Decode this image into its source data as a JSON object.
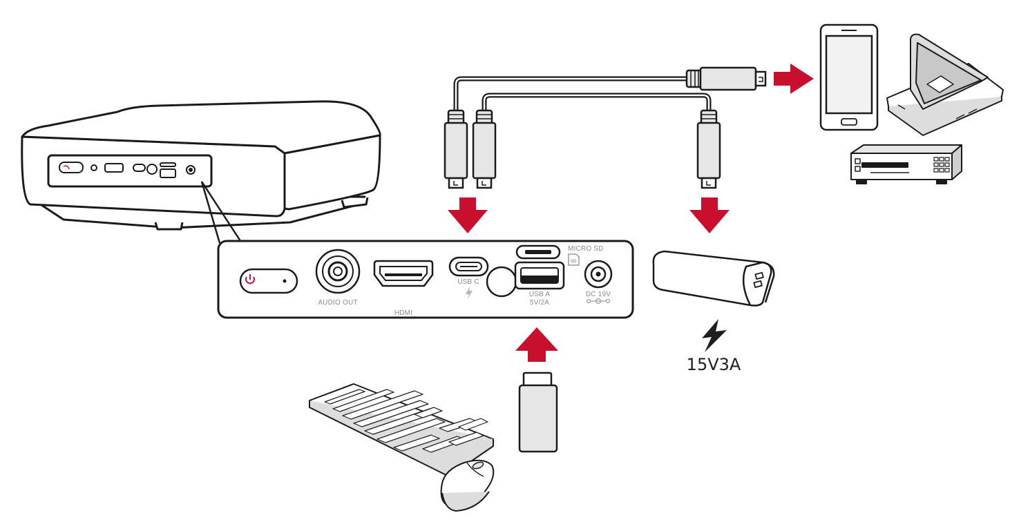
{
  "colors": {
    "arrow": "#c8102e",
    "outline": "#1a1a1a",
    "port_label": "#8a8a8a",
    "cable": "#e6e6e6"
  },
  "panel": {
    "ports": [
      {
        "id": "power",
        "icon": "power-icon"
      },
      {
        "id": "audio",
        "label": "AUDIO OUT"
      },
      {
        "id": "hdmi",
        "label": "HDMI"
      },
      {
        "id": "usbc",
        "label": "USB C",
        "icon": "lightning-icon"
      },
      {
        "id": "microsd",
        "label": "MICRO SD",
        "icon": "sd-card-icon"
      },
      {
        "id": "usba",
        "label_line1": "USB A",
        "label_line2": "5V/2A"
      },
      {
        "id": "dc",
        "label": "DC 19V"
      }
    ]
  },
  "power_bank": {
    "rating": "15V3A",
    "icon": "lightning-icon"
  },
  "devices": [
    "smartphone-icon",
    "laptop-icon",
    "media-player-icon",
    "keyboard-icon",
    "mouse-icon",
    "usb-flash-drive-icon",
    "power-bank-icon",
    "projector-icon"
  ]
}
